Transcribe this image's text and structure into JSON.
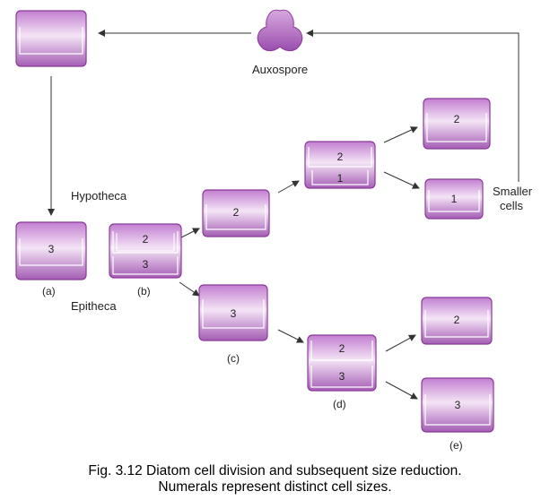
{
  "labels": {
    "auxospore": "Auxospore",
    "hypotheca": "Hypotheca",
    "epitheca": "Epitheca",
    "smaller_cells_line1": "Smaller",
    "smaller_cells_line2": "cells"
  },
  "panels": {
    "a": "(a)",
    "b": "(b)",
    "c": "(c)",
    "d": "(d)",
    "e": "(e)"
  },
  "cell_numbers": {
    "a": "3",
    "b_top": "2",
    "b_bottom": "3",
    "c_upper": "2",
    "c_lower": "3",
    "d_upper_top": "2",
    "d_upper_bottom": "1",
    "d_lower_top": "2",
    "d_lower_bottom": "3",
    "e1": "2",
    "e2": "1",
    "e3": "2",
    "e4": "3"
  },
  "caption": {
    "line1": "Fig. 3.12 Diatom cell division and subsequent size reduction.",
    "line2": "Numerals represent distinct cell sizes."
  },
  "colors": {
    "cell_fill_dark": "#b070c0",
    "cell_fill_light": "#f6eaf8",
    "cell_stroke": "#8a3a9a",
    "arrow": "#333333"
  }
}
